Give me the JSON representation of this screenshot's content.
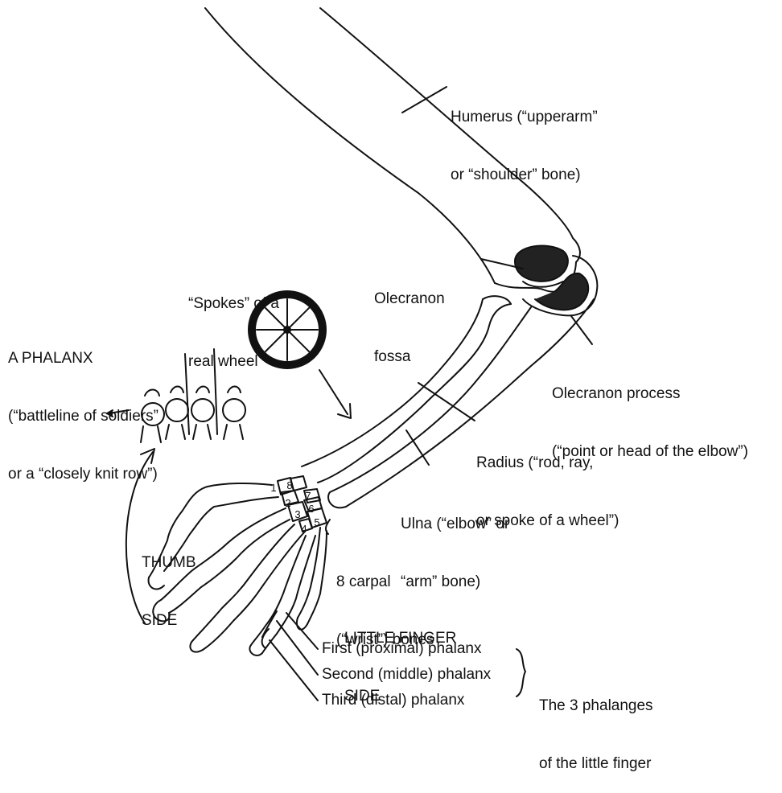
{
  "labels": {
    "humerus": [
      "Humerus (“upperarm”",
      "or “shoulder” bone)"
    ],
    "olecranon_fossa": [
      "Olecranon",
      "fossa"
    ],
    "spokes": [
      "“Spokes” of a",
      "real wheel"
    ],
    "phalanx": [
      "A PHALANX",
      "(“battleline of soldiers”",
      "or a “closely knit row”)"
    ],
    "olecranon_process": [
      "Olecranon process",
      "(“point or head of the elbow”)"
    ],
    "radius": [
      "Radius (“rod, ray,",
      "or spoke of a wheel”)"
    ],
    "ulna": [
      "Ulna (“elbow” or",
      "“arm” bone)"
    ],
    "thumb_side": [
      "THUMB",
      "SIDE"
    ],
    "carpal": [
      "8 carpal",
      "(“wrist”) bones"
    ],
    "little_finger_side": [
      "LITTLE FINGER",
      "SIDE"
    ],
    "first_phalanx": "First (proximal) phalanx",
    "second_phalanx": "Second (middle) phalanx",
    "third_phalanx": "Third (distal) phalanx",
    "phalanges_group": [
      "The 3 phalanges",
      "of the little finger"
    ]
  },
  "carpal_numbers": [
    "1",
    "2",
    "3",
    "4",
    "5",
    "6",
    "7",
    "8"
  ]
}
